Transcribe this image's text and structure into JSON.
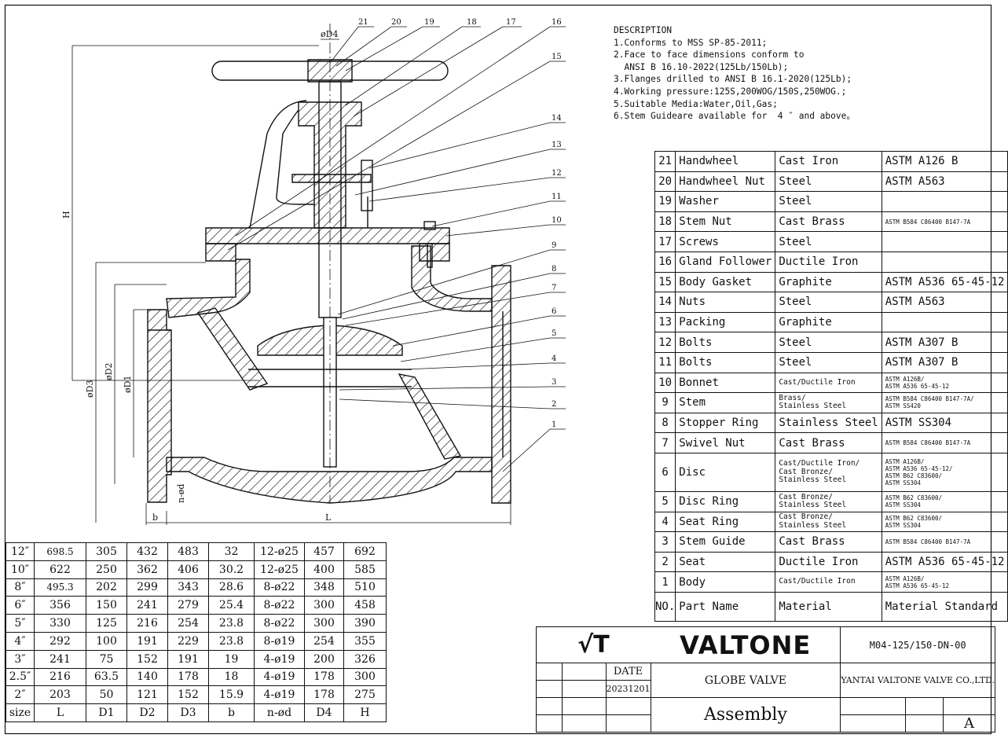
{
  "description": {
    "title": "DESCRIPTION",
    "lines": [
      "1.Conforms to MSS SP-85-2011;",
      "2.Face to face dimensions conform to",
      "  ANSI B 16.10-2022(125Lb/150Lb);",
      "3.Flanges drilled to ANSI B 16.1-2020(125Lb);",
      "4.Working pressure:125S,200WOG/150S,250WOG.;",
      "5.Suitable Media:Water,Oil,Gas;",
      "6.Stem Guideare available for  4 ″ and above。"
    ]
  },
  "drawing": {
    "dim_labels": {
      "d4": "øD4",
      "h": "H",
      "d3": "øD3",
      "d2": "øD2",
      "d1": "øD1",
      "nd": "n-ød",
      "b": "b",
      "l": "L"
    },
    "callouts": [
      "21",
      "20",
      "19",
      "18",
      "17",
      "16",
      "15",
      "14",
      "13",
      "12",
      "11",
      "10",
      "9",
      "8",
      "7",
      "6",
      "5",
      "4",
      "3",
      "2",
      "1"
    ]
  },
  "parts": {
    "rows": [
      {
        "no": "21",
        "name": "Handwheel",
        "material": "Cast Iron",
        "standard": "ASTM A126 B"
      },
      {
        "no": "20",
        "name": "Handwheel Nut",
        "material": "Steel",
        "standard": "ASTM A563"
      },
      {
        "no": "19",
        "name": "Washer",
        "material": "Steel",
        "standard": ""
      },
      {
        "no": "18",
        "name": "Stem Nut",
        "material": "Cast Brass",
        "standard": "ASTM B584  C86400 B147-7A"
      },
      {
        "no": "17",
        "name": "Screws",
        "material": "Steel",
        "standard": ""
      },
      {
        "no": "16",
        "name": "Gland Follower",
        "material": "Ductile Iron",
        "standard": ""
      },
      {
        "no": "15",
        "name": "Body Gasket",
        "material": "Graphite",
        "standard": "ASTM A536 65-45-12"
      },
      {
        "no": "14",
        "name": "Nuts",
        "material": "Steel",
        "standard": "ASTM A563"
      },
      {
        "no": "13",
        "name": "Packing",
        "material": "Graphite",
        "standard": ""
      },
      {
        "no": "12",
        "name": "Bolts",
        "material": "Steel",
        "standard": "ASTM A307 B"
      },
      {
        "no": "11",
        "name": "Bolts",
        "material": "Steel",
        "standard": "ASTM A307 B"
      },
      {
        "no": "10",
        "name": "Bonnet",
        "material": "Cast/Ductile Iron",
        "standard": "ASTM A126B/\nASTM A536 65-45-12"
      },
      {
        "no": "9",
        "name": "Stem",
        "material": "Brass/\nStainless Steel",
        "standard": "ASTM B584 C86400 B147-7A/\nASTM SS420"
      },
      {
        "no": "8",
        "name": "Stopper Ring",
        "material": "Stainless Steel",
        "standard": "ASTM SS304"
      },
      {
        "no": "7",
        "name": "Swivel Nut",
        "material": "Cast Brass",
        "standard": "ASTM B584  C86400 B147-7A"
      },
      {
        "no": "6",
        "name": "Disc",
        "material": "Cast/Ductile Iron/\nCast Bronze/\nStainless Steel",
        "standard": "ASTM A126B/\nASTM A536 65-45-12/\nASTM B62 C83600/\nASTM SS304"
      },
      {
        "no": "5",
        "name": "Disc Ring",
        "material": "Cast Bronze/\nStainless Steel",
        "standard": "ASTM B62 C83600/\nASTM SS304"
      },
      {
        "no": "4",
        "name": "Seat Ring",
        "material": "Cast Bronze/\nStainless Steel",
        "standard": "ASTM B62 C83600/\nASTM SS304"
      },
      {
        "no": "3",
        "name": "Stem Guide",
        "material": "Cast Brass",
        "standard": "ASTM B584  C86400 B147-7A"
      },
      {
        "no": "2",
        "name": "Seat",
        "material": "Ductile Iron",
        "standard": "ASTM A536 65-45-12"
      },
      {
        "no": "1",
        "name": "Body",
        "material": "Cast/Ductile Iron",
        "standard": "ASTM A126B/\nASTM A536 65-45-12"
      }
    ],
    "header": {
      "no": "NO.",
      "name": "Part Name",
      "material": "Material",
      "standard": "Material Standard"
    }
  },
  "dimensions": {
    "rows": [
      [
        "12″",
        "698.5",
        "305",
        "432",
        "483",
        "32",
        "12-ø25",
        "457",
        "692"
      ],
      [
        "10″",
        "622",
        "250",
        "362",
        "406",
        "30.2",
        "12-ø25",
        "400",
        "585"
      ],
      [
        "8″",
        "495.3",
        "202",
        "299",
        "343",
        "28.6",
        "8-ø22",
        "348",
        "510"
      ],
      [
        "6″",
        "356",
        "150",
        "241",
        "279",
        "25.4",
        "8-ø22",
        "300",
        "458"
      ],
      [
        "5″",
        "330",
        "125",
        "216",
        "254",
        "23.8",
        "8-ø22",
        "300",
        "390"
      ],
      [
        "4″",
        "292",
        "100",
        "191",
        "229",
        "23.8",
        "8-ø19",
        "254",
        "355"
      ],
      [
        "3″",
        "241",
        "75",
        "152",
        "191",
        "19",
        "4-ø19",
        "200",
        "326"
      ],
      [
        "2.5″",
        "216",
        "63.5",
        "140",
        "178",
        "18",
        "4-ø19",
        "178",
        "300"
      ],
      [
        "2″",
        "203",
        "50",
        "121",
        "152",
        "15.9",
        "4-ø19",
        "178",
        "275"
      ]
    ],
    "header": [
      "size",
      "L",
      "D1",
      "D2",
      "D3",
      "b",
      "n-ød",
      "D4",
      "H"
    ]
  },
  "title_block": {
    "brand_mark": "√T",
    "brand": "VALTONE",
    "drawing_no": "M04-125/150-DN-00",
    "date_label": "DATE",
    "date": "20231201",
    "product": "GLOBE VALVE",
    "company": "YANTAI VALTONE VALVE CO.,LTD.",
    "sheet_title": "Assembly",
    "revision": "A"
  }
}
